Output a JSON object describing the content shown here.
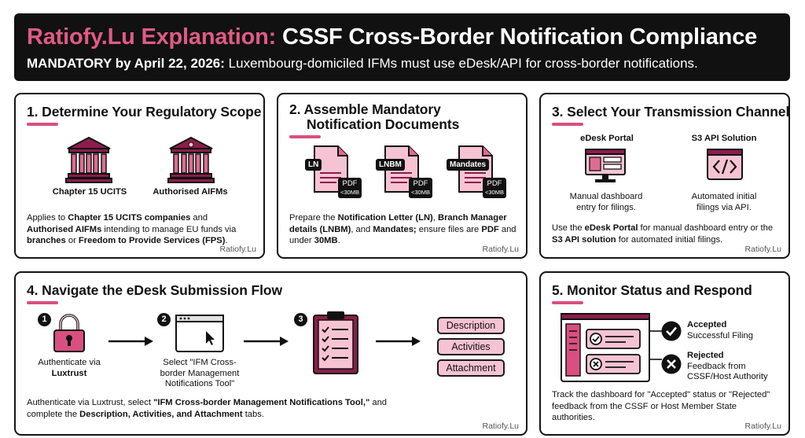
{
  "header": {
    "brand": "Ratiofy.Lu Explanation:",
    "title": "CSSF Cross-Border Notification Compliance",
    "sub_bold": "MANDATORY by April 22, 2026:",
    "sub_rest": "Luxembourg-domiciled IFMs must use eDesk/API for cross-border notifications."
  },
  "credit": "Ratiofy.Lu",
  "card1": {
    "title": "1. Determine Your Regulatory Scope",
    "icon1_label": "Chapter 15 UCITS",
    "icon2_label": "Authorised AIFMs",
    "desc": [
      {
        "t": "Applies to ",
        "b": false
      },
      {
        "t": "Chapter 15 UCITS companies",
        "b": true
      },
      {
        "t": " and ",
        "b": false
      },
      {
        "t": "Authorised AIFMs",
        "b": true
      },
      {
        "t": " intending to manage EU funds via ",
        "b": false
      },
      {
        "t": "branches",
        "b": true
      },
      {
        "t": " or ",
        "b": false
      },
      {
        "t": "Freedom to Provide Services (FPS)",
        "b": true
      },
      {
        "t": ".",
        "b": false
      }
    ]
  },
  "card2": {
    "title_line1": "2. Assemble Mandatory",
    "title_line2": "Notification Documents",
    "docs": [
      {
        "tag": "LN",
        "pdf": "PDF",
        "size": "<30MB"
      },
      {
        "tag": "LNBM",
        "pdf": "PDF",
        "size": "<30MB"
      },
      {
        "tag": "Mandates",
        "pdf": "PDF",
        "size": "<30MB"
      }
    ],
    "desc": [
      {
        "t": "Prepare the ",
        "b": false
      },
      {
        "t": "Notification Letter (LN)",
        "b": true
      },
      {
        "t": ", ",
        "b": false
      },
      {
        "t": "Branch Manager details (LNBM)",
        "b": true
      },
      {
        "t": ", and ",
        "b": false
      },
      {
        "t": "Mandates;",
        "b": true
      },
      {
        "t": " ensure files are ",
        "b": false
      },
      {
        "t": "PDF",
        "b": true
      },
      {
        "t": " and under ",
        "b": false
      },
      {
        "t": "30MB",
        "b": true
      },
      {
        "t": ".",
        "b": false
      }
    ]
  },
  "card3": {
    "title": "3. Select Your Transmission Channel",
    "opt1_title": "eDesk Portal",
    "opt1_desc": "Manual dashboard entry for filings.",
    "opt2_title": "S3 API Solution",
    "opt2_desc": "Automated initial filings via API.",
    "desc": [
      {
        "t": "Use the ",
        "b": false
      },
      {
        "t": "eDesk Portal",
        "b": true
      },
      {
        "t": " for manual dashboard entry or the ",
        "b": false
      },
      {
        "t": "S3 API solution",
        "b": true
      },
      {
        "t": " for automated initial filings.",
        "b": false
      }
    ]
  },
  "card4": {
    "title": "4. Navigate the eDesk Submission Flow",
    "step1_num": "1",
    "step1_label": "Authenticate via",
    "step1_bold": "Luxtrust",
    "step2_num": "2",
    "step2_label": "Select \"IFM Cross-border Management Notifications Tool\"",
    "step3_num": "3",
    "tabs": [
      "Description",
      "Activities",
      "Attachment"
    ],
    "desc": [
      {
        "t": "Authenticate via Luxtrust, select ",
        "b": false
      },
      {
        "t": "\"IFM Cross-border Management Notifications Tool,\"",
        "b": true
      },
      {
        "t": " and complete the ",
        "b": false
      },
      {
        "t": "Description, Activities, and Attachment",
        "b": true
      },
      {
        "t": " tabs.",
        "b": false
      }
    ]
  },
  "card5": {
    "title": "5. Monitor Status and Respond",
    "accepted_title": "Accepted",
    "accepted_desc": "Successful Filing",
    "rejected_title": "Rejected",
    "rejected_desc": "Feedback from CSSF/Host Authority",
    "desc": "Track the dashboard for \"Accepted\" status or \"Rejected\" feedback from the CSSF or Host Member State authorities."
  },
  "colors": {
    "accent": "#e05a86",
    "pink_fill": "#f6c3d3",
    "maroon": "#8b1d4c",
    "dark": "#111111"
  }
}
